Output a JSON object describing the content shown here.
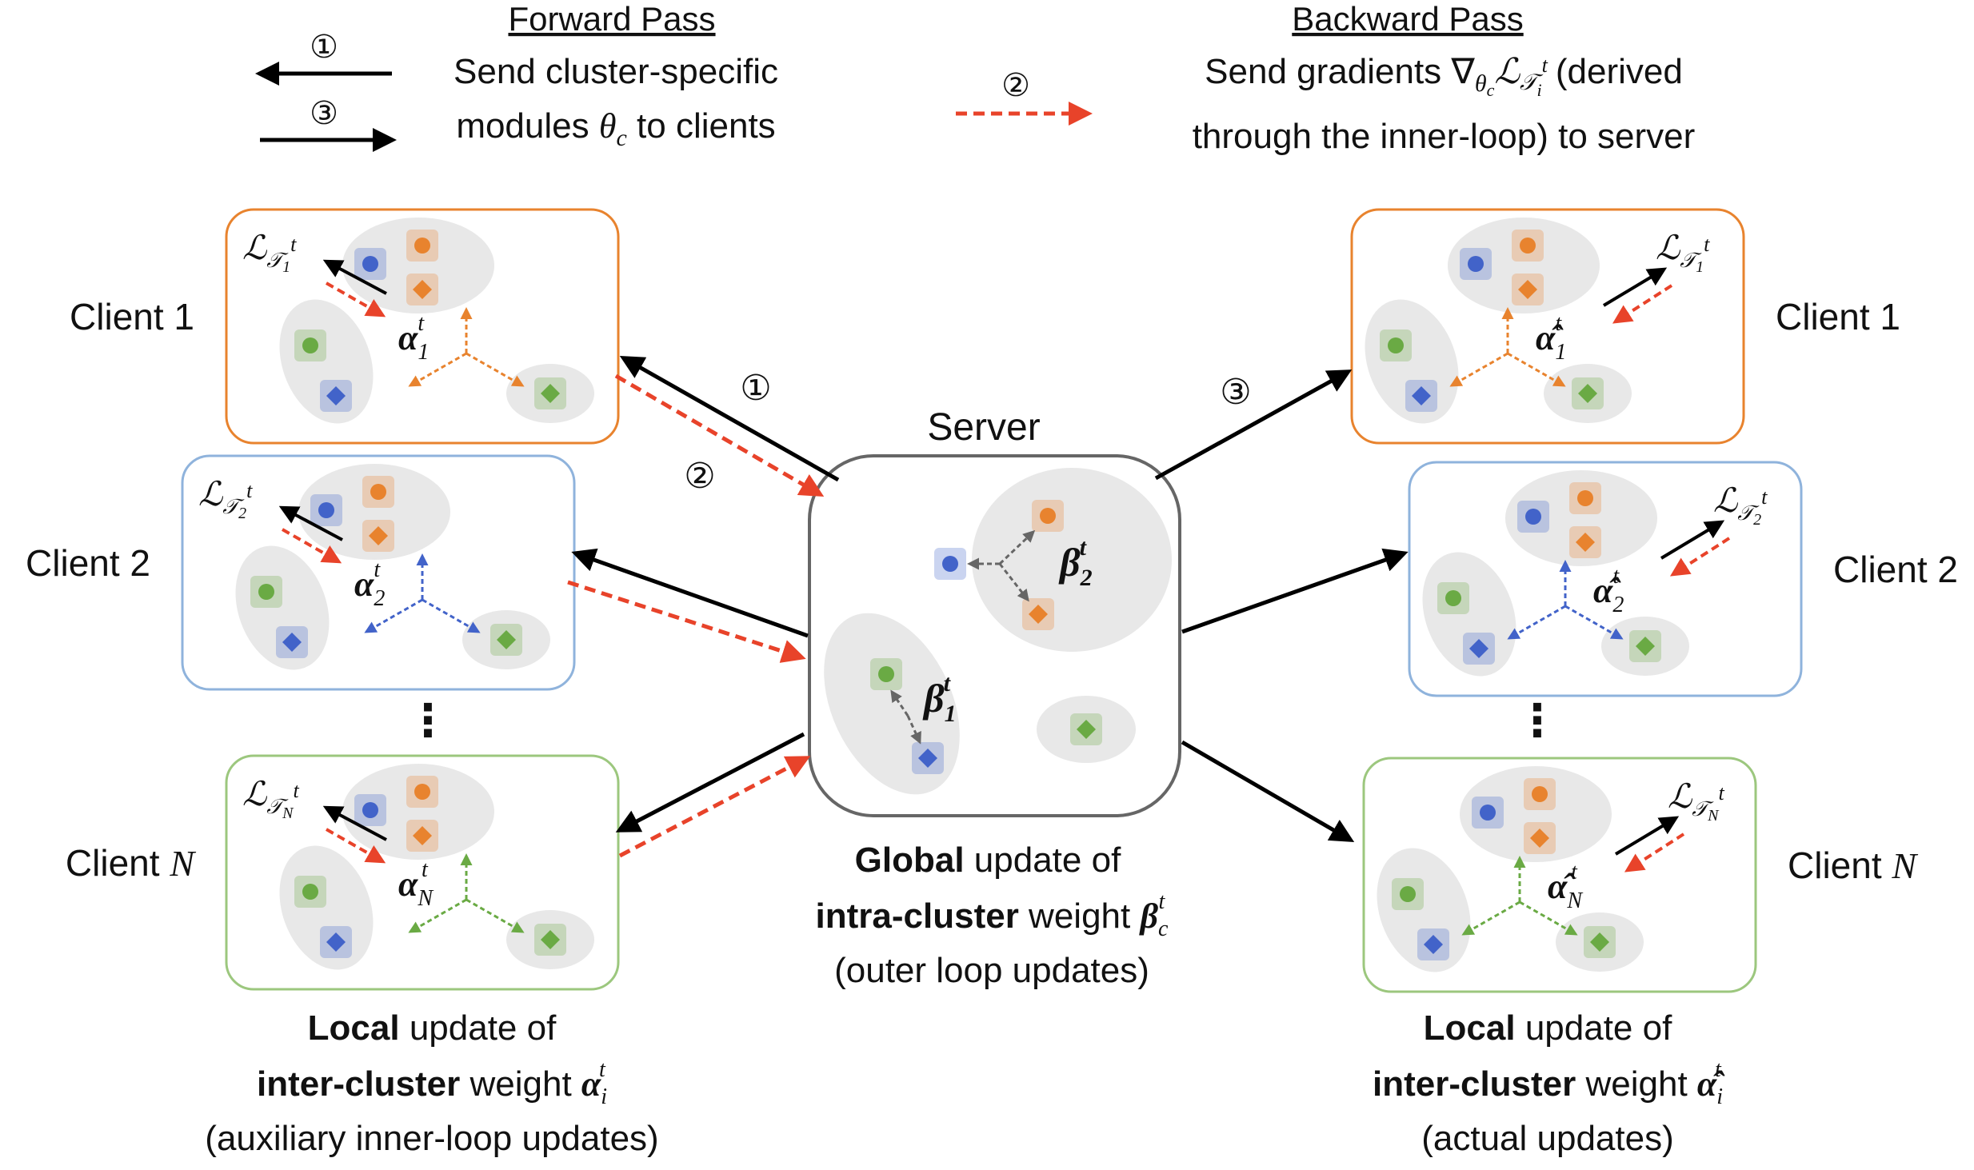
{
  "legend": {
    "forward": {
      "title": "Forward Pass",
      "step1": "①",
      "step3": "③",
      "line1": "Send cluster-specific",
      "line2_pre": "modules ",
      "line2_math": "θ",
      "line2_sub": "c",
      "line2_post": " to clients"
    },
    "backward": {
      "title": "Backward Pass",
      "step2": "②",
      "line1_pre": "Send gradients ∇",
      "line1_sub_theta": "θ",
      "line1_sub_c": "c",
      "line1_loss": "ℒ",
      "line1_loss_sub": "𝒯",
      "line1_loss_subsub": "i",
      "line1_loss_sup": "t",
      "line1_post": "(derived",
      "line2": "through the inner-loop) to server"
    }
  },
  "server": {
    "label": "Server",
    "beta1": "β",
    "beta1_sub": "1",
    "beta1_sup": "t",
    "beta2": "β",
    "beta2_sub": "2",
    "beta2_sup": "t"
  },
  "flow_steps": {
    "s1": "①",
    "s2": "②",
    "s3": "③"
  },
  "left_clients": [
    {
      "label": "Client 1",
      "loss_sub": "1",
      "weight": "α",
      "weight_sub": "1",
      "weight_sup": "t",
      "color": "#e8832e"
    },
    {
      "label": "Client 2",
      "loss_sub": "2",
      "weight": "α",
      "weight_sub": "2",
      "weight_sup": "t",
      "color": "#8fb3dc"
    },
    {
      "label": "Client ",
      "label_italic": "N",
      "loss_sub": "N",
      "weight": "α",
      "weight_sub": "N",
      "weight_sup": "t",
      "color": "#9cc77e"
    }
  ],
  "right_clients": [
    {
      "label": "Client 1",
      "loss_sub": "1",
      "weight": "α̂",
      "weight_sub": "1",
      "weight_sup": "t",
      "color": "#e8832e"
    },
    {
      "label": "Client 2",
      "loss_sub": "2",
      "weight": "α̂",
      "weight_sub": "2",
      "weight_sup": "t",
      "color": "#8fb3dc"
    },
    {
      "label": "Client ",
      "label_italic": "N",
      "loss_sub": "N",
      "weight": "α̂",
      "weight_sub": "N",
      "weight_sup": "t",
      "color": "#9cc77e"
    }
  ],
  "loss_symbol": "ℒ",
  "task_symbol": "𝒯",
  "ellipsis": "⋮",
  "captions": {
    "left": {
      "bold1": "Local",
      "text1": " update of",
      "bold2": "inter-cluster",
      "text2": " weight ",
      "math": "α",
      "math_sub": "i",
      "math_sup": "t",
      "line3": "(auxiliary inner-loop updates)"
    },
    "center": {
      "bold1": "Global",
      "text1": " update of",
      "bold2": "intra-cluster",
      "text2": " weight ",
      "math": "β",
      "math_sub": "c",
      "math_sup": "t",
      "line3": "(outer loop updates)"
    },
    "right": {
      "bold1": "Local",
      "text1": " update of",
      "bold2": "inter-cluster",
      "text2": " weight ",
      "math": "α̂",
      "math_sub": "i",
      "math_sup": "t",
      "line3": "(actual updates)"
    }
  },
  "colors": {
    "blue": "#4263c9",
    "orange": "#e8832e",
    "green": "#6aaa44",
    "red_arrow": "#e8432a",
    "cluster_fill": "#e8e8e8"
  }
}
